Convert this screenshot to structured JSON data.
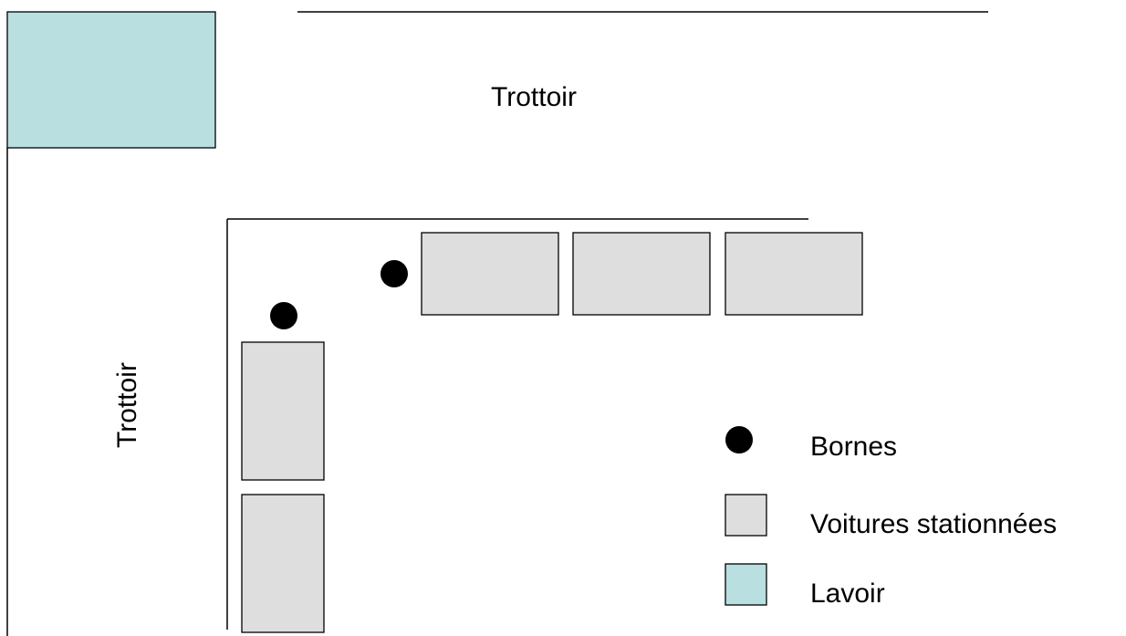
{
  "labels": {
    "sidewalk_top": "Trottoir",
    "sidewalk_left": "Trottoir"
  },
  "legend": {
    "items": [
      {
        "label": "Bornes",
        "symbol": "dot"
      },
      {
        "label": "Voitures stationnées",
        "symbol": "box"
      },
      {
        "label": "Lavoir",
        "symbol": "box"
      }
    ]
  },
  "colors": {
    "lavoir": "#b9dfe0",
    "parked_car": "#dedede",
    "outline": "#000000",
    "bollard": "#000000"
  }
}
